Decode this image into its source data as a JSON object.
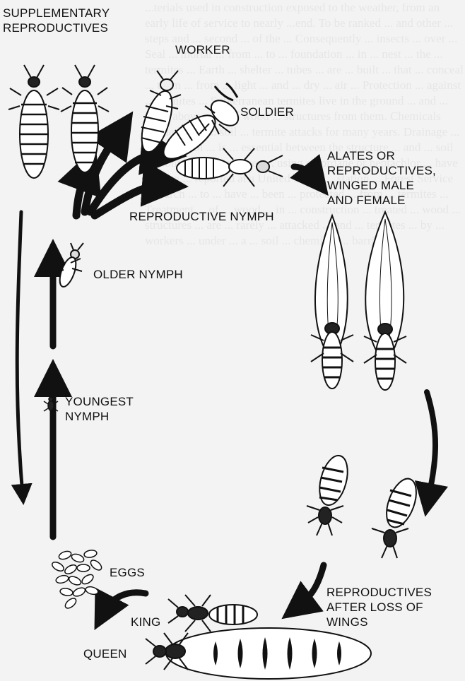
{
  "background_text": "...terials used in construction exposed to the weather, from an early life of service to nearly ...end. To be ranked ... and other ... steps and ... second ... of the ... Consequently ... insects ... over ... Seal ... mortar ... from ... to ... foundation ... in ... nest ... the ... termites ... Earth ... shelter ... tubes ... are ... built ... that ... conceal ... them ... from ... light ... and ... dry ... air ... Protection ... against ... termites ... Subterranean termites live in the ground ... and ... other above-ground wood ... structures from them. Chemicals applied ... in ... soil ... termite attacks for many years. Drainage ... to ... control ... is ... essential between the structure ... and ... soil ... Concrete ... structures ... using chlordane or heptachlor ... have ... been ... reported at a United States ... station ... Forest Service research ... to ... have ... been ... protected ... from ... termites ... Treatment ... of ... wood ... in ... construction ... treated ... wood ... structures ... are ... rarely ... attacked ... and ... termites ... by ... workers ... under ... a ... soil ... chemical ... barrier ...",
  "labels": {
    "supplementary": [
      "SUPPLEMENTARY",
      "REPRODUCTIVES"
    ],
    "worker": "WORKER",
    "soldier": "SOLDIER",
    "alates": [
      "ALATES OR",
      "REPRODUCTIVES,",
      "WINGED MALE",
      "AND FEMALE"
    ],
    "reproductive_nymph": "REPRODUCTIVE NYMPH",
    "older_nymph": "OLDER NYMPH",
    "youngest_nymph": [
      "YOUNGEST",
      "NYMPH"
    ],
    "eggs": "EGGS",
    "king": "KING",
    "queen": "QUEEN",
    "after_loss": [
      "REPRODUCTIVES",
      "AFTER LOSS OF",
      "WINGS"
    ]
  }
}
